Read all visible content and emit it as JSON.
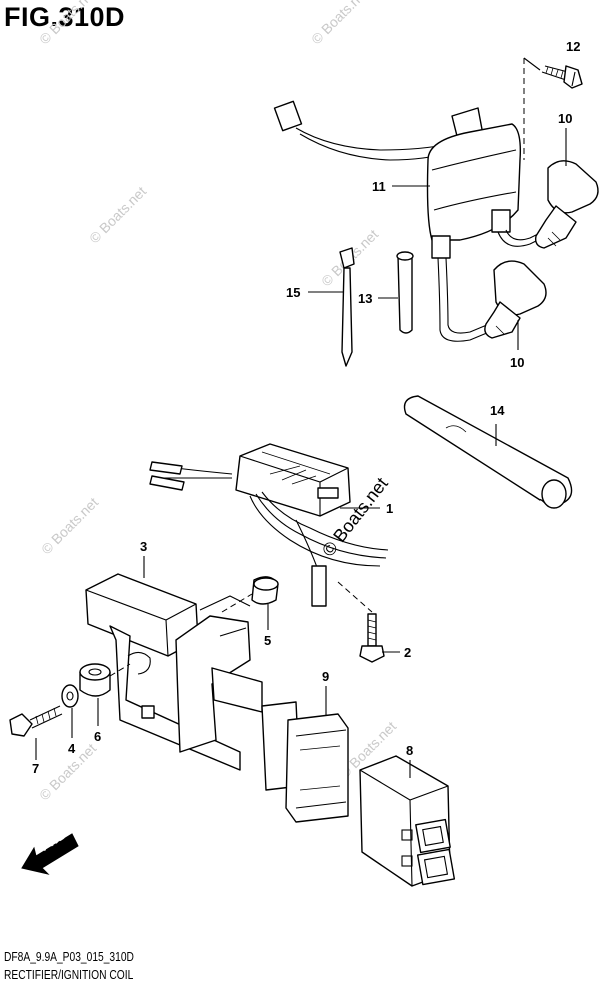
{
  "figure": {
    "title": "FIG.310D",
    "code": "DF8A_9.9A_P03_015_310D",
    "caption": "RECTIFIER/IGNITION COIL"
  },
  "watermark": "© Boats.net",
  "fwd_label": "FWD",
  "callouts": {
    "c1": "1",
    "c2": "2",
    "c3": "3",
    "c4": "4",
    "c5": "5",
    "c6": "6",
    "c7": "7",
    "c8": "8",
    "c9": "9",
    "c10a": "10",
    "c10b": "10",
    "c11": "11",
    "c12": "12",
    "c13": "13",
    "c14": "14",
    "c15": "15"
  }
}
